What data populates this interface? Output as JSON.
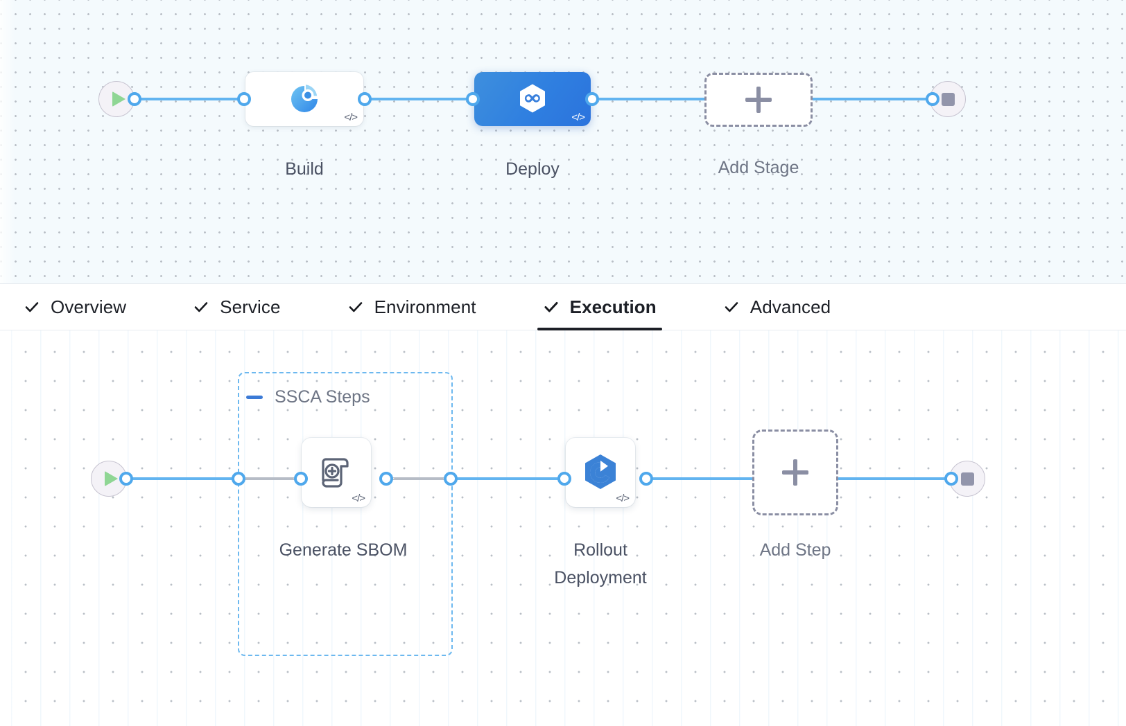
{
  "stage_canvas": {
    "start_node": {
      "icon": "play-icon"
    },
    "end_node": {
      "icon": "stop-icon"
    },
    "stages": [
      {
        "label": "Build",
        "icon": "build-pie-icon",
        "code_badge": "</>",
        "selected": false
      },
      {
        "label": "Deploy",
        "icon": "harness-infinity-icon",
        "code_badge": "</>",
        "selected": true
      }
    ],
    "add_stage": {
      "label": "Add Stage",
      "icon": "plus-icon"
    }
  },
  "tabs": [
    {
      "label": "Overview",
      "icon": "check-icon",
      "active": false
    },
    {
      "label": "Service",
      "icon": "check-icon",
      "active": false
    },
    {
      "label": "Environment",
      "icon": "check-icon",
      "active": false
    },
    {
      "label": "Execution",
      "icon": "check-icon",
      "active": true
    },
    {
      "label": "Advanced",
      "icon": "check-icon",
      "active": false
    }
  ],
  "steps_canvas": {
    "start_node": {
      "icon": "play-icon"
    },
    "end_node": {
      "icon": "stop-icon"
    },
    "group": {
      "title": "SSCA Steps",
      "collapse_icon": "minus-icon"
    },
    "steps": [
      {
        "label": "Generate SBOM",
        "icon": "sbom-scroll-icon",
        "code_badge": "</>"
      },
      {
        "label": "Rollout\nDeployment",
        "icon": "rollout-hexagon-icon",
        "code_badge": "</>"
      }
    ],
    "add_step": {
      "label": "Add Step",
      "icon": "plus-icon"
    }
  },
  "colors": {
    "link": "#62b4f0",
    "port_border": "#4fa8ec",
    "selected_stage": "#2f7fe0",
    "group_border": "#6cb8ef",
    "ghost_border": "#8a8ea3",
    "play": "#8fd694",
    "stop": "#9295ab",
    "stage_canvas_bg": "#f4fafd",
    "steps_canvas_bg": "#ffffff",
    "tab_text": "#1c1f26",
    "node_label": "#4a5163"
  }
}
